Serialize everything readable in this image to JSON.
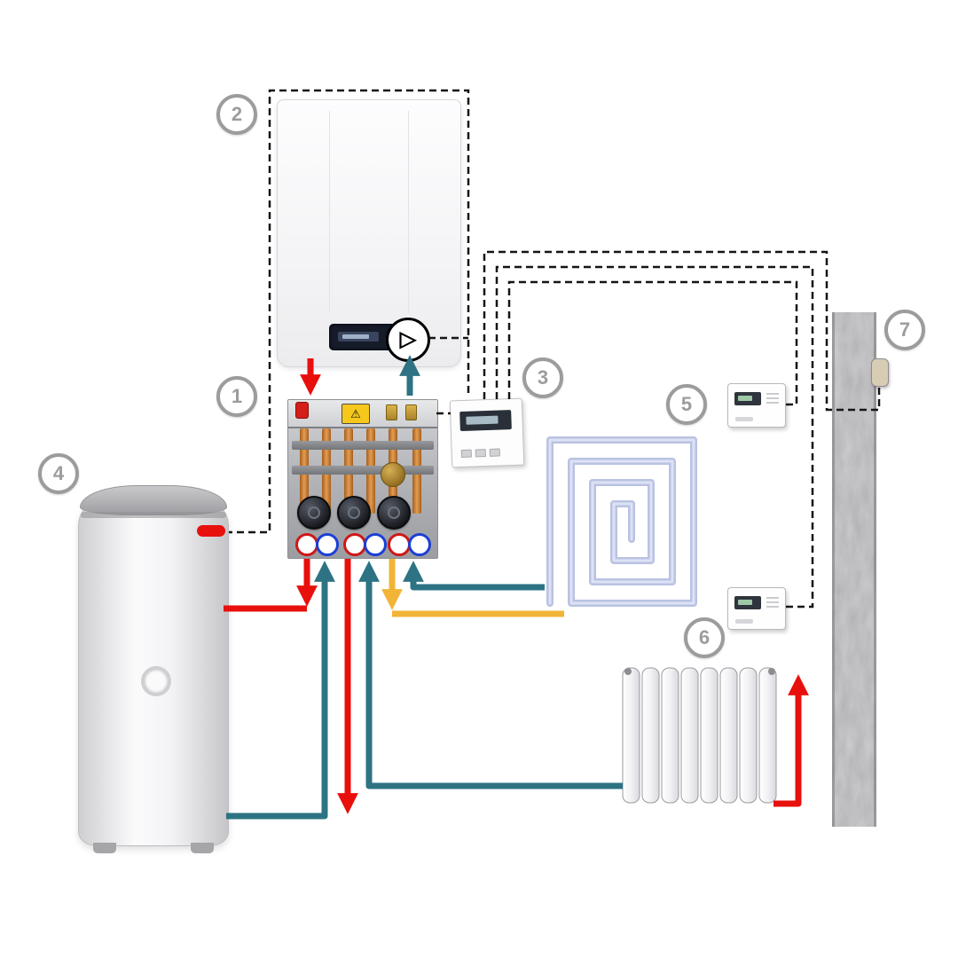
{
  "badges": [
    {
      "number": "1"
    },
    {
      "number": "2"
    },
    {
      "number": "3"
    },
    {
      "number": "4"
    },
    {
      "number": "5"
    },
    {
      "number": "6"
    },
    {
      "number": "7"
    }
  ],
  "icons": {
    "pump_symbol": "▷",
    "warning_glyph": "⚠"
  },
  "colors": {
    "pipe_hot": "#e8100c",
    "pipe_return": "#2d7383",
    "pipe_mixed": "#f2b437",
    "wiring": "#151515",
    "badge": "#9c9c9c",
    "coil": "#b9c2e2",
    "sensor": "#e8100c",
    "warning_label": "#f6c81c"
  }
}
